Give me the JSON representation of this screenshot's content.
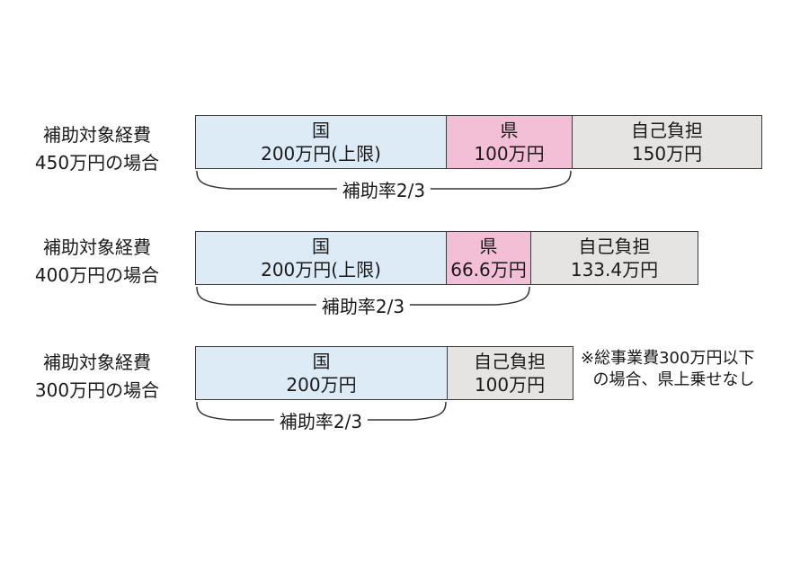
{
  "rows": [
    {
      "label_line1": "補助対象経費",
      "label_line2": "450万円の場合",
      "kuni": {
        "name": "国",
        "amount": "200万円(上限)"
      },
      "ken": {
        "name": "県",
        "amount": "100万円"
      },
      "jiko": {
        "name": "自己負担",
        "amount": "150万円"
      },
      "rate": "補助率2/3"
    },
    {
      "label_line1": "補助対象経費",
      "label_line2": "400万円の場合",
      "kuni": {
        "name": "国",
        "amount": "200万円(上限)"
      },
      "ken": {
        "name": "県",
        "amount": "66.6万円"
      },
      "jiko": {
        "name": "自己負担",
        "amount": "133.4万円"
      },
      "rate": "補助率2/3"
    },
    {
      "label_line1": "補助対象経費",
      "label_line2": "300万円の場合",
      "kuni": {
        "name": "国",
        "amount": "200万円"
      },
      "jiko": {
        "name": "自己負担",
        "amount": "100万円"
      },
      "rate": "補助率2/3"
    }
  ],
  "note": {
    "line1": "※総事業費300万円以下",
    "line2": "の場合、県上乗せなし"
  }
}
